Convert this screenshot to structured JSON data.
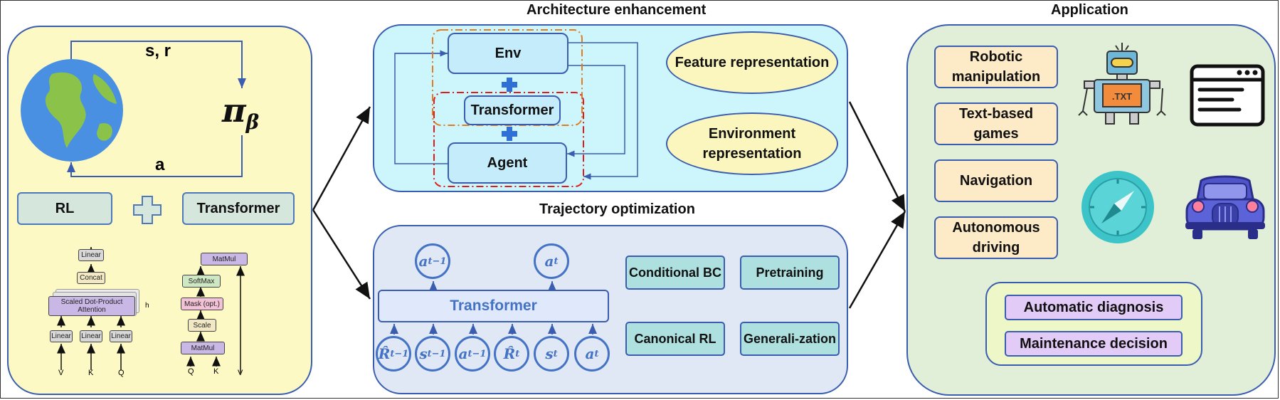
{
  "titles": {
    "architecture": "Architecture enhancement",
    "trajectory": "Trajectory optimization",
    "application": "Application"
  },
  "left": {
    "s_r": "s, r",
    "a": "a",
    "pi": "π",
    "pi_sub": "β",
    "rl": "RL",
    "transformer": "Transformer",
    "mha": {
      "linear_top": "Linear",
      "concat": "Concat",
      "sdpa": "Scaled Dot-Product Attention",
      "h": "h",
      "linear": "Linear",
      "v": "V",
      "k": "K",
      "q": "Q"
    },
    "sdp": {
      "matmul_top": "MatMul",
      "softmax": "SoftMax",
      "mask": "Mask (opt.)",
      "scale": "Scale",
      "matmul_bottom": "MatMul",
      "q": "Q",
      "k": "K",
      "v": "V"
    }
  },
  "arch": {
    "env": "Env",
    "transformer": "Transformer",
    "agent": "Agent",
    "feature": "Feature representation",
    "environment": "Environment representation"
  },
  "traj": {
    "transformer": "Transformer",
    "top_nodes": [
      {
        "sym": "a",
        "sub": "t−1"
      },
      {
        "sym": "a",
        "sub": "t"
      }
    ],
    "bottom_nodes": [
      {
        "sym": "R̂",
        "sub": "t−1"
      },
      {
        "sym": "s",
        "sub": "t−1"
      },
      {
        "sym": "a",
        "sub": "t−1"
      },
      {
        "sym": "R̂",
        "sub": "t"
      },
      {
        "sym": "s",
        "sub": "t"
      },
      {
        "sym": "a",
        "sub": "t"
      }
    ],
    "conditional_bc": "Conditional BC",
    "pretraining": "Pretraining",
    "canonical_rl": "Canonical RL",
    "generalization": "Generali-zation"
  },
  "app": {
    "robotic": "Robotic manipulation",
    "text_games": "Text-based games",
    "navigation": "Navigation",
    "autonomous": "Autonomous driving",
    "robot_screen": ".TXT",
    "diagnosis": "Automatic diagnosis",
    "maintenance": "Maintenance decision"
  },
  "colors": {
    "line": "#3a5db0",
    "circle": "#4472c4",
    "yellow_panel": "#fdf9c4",
    "cyan_panel": "#ccf6fb",
    "blue_panel": "#dfe8f4",
    "green_panel": "#e2efd8"
  },
  "icons": [
    "earth-icon",
    "plus-icon",
    "robot-icon",
    "terminal-window-icon",
    "compass-icon",
    "car-icon"
  ]
}
